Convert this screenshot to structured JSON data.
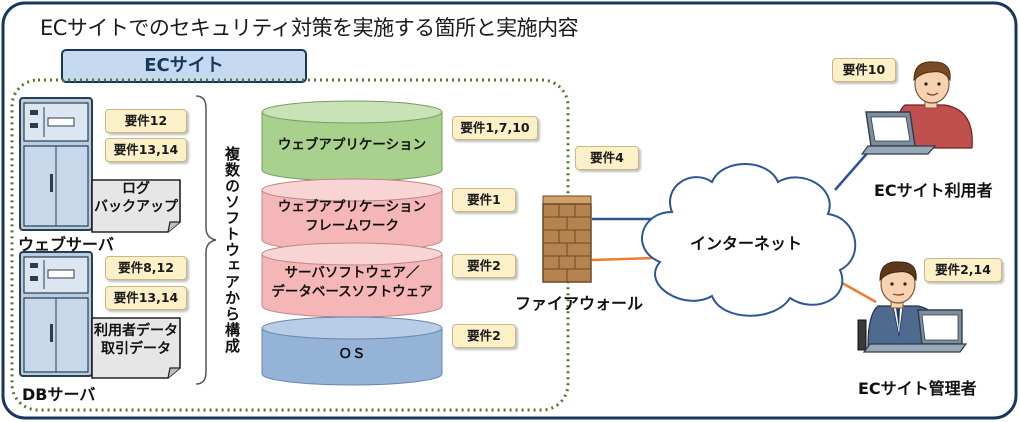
{
  "title": "ECサイトでのセキュリティ対策を実施する箇所と実施内容",
  "ec_site_header": "ECサイト",
  "web_server": {
    "label": "ウェブサーバ",
    "badges": [
      "要件12",
      "要件13,14"
    ],
    "document": [
      "ログ",
      "バックアップ"
    ]
  },
  "db_server": {
    "label": "DBサーバ",
    "badges": [
      "要件8,12",
      "要件13,14"
    ],
    "document": [
      "利用者データ",
      "取引データ"
    ]
  },
  "software_note": "複数のソフトウェアから構成",
  "layers": [
    {
      "lines": [
        "ウェブアプリケーション"
      ],
      "badge": "要件1,7,10",
      "color": "#a9d18e"
    },
    {
      "lines": [
        "ウェブアプリケーション",
        "フレームワーク"
      ],
      "badge": "要件1",
      "color": "#f4b6b6"
    },
    {
      "lines": [
        "サーバソフトウェア／",
        "データベースソフトウェア"
      ],
      "badge": "要件2",
      "color": "#f4b6b6"
    },
    {
      "lines": [
        "ＯＳ"
      ],
      "badge": "要件2",
      "color": "#95b3d7"
    }
  ],
  "firewall": {
    "label": "ファイアウォール",
    "badge": "要件4"
  },
  "internet": "インターネット",
  "ec_user": {
    "label": "ECサイト利用者",
    "badge": "要件10"
  },
  "ec_admin": {
    "label": "ECサイト管理者",
    "badge": "要件2,14"
  },
  "colors": {
    "border": "#17375e",
    "header_fill": "#c5d9f1",
    "dotted": "#4f7a28",
    "line_blue": "#2e5597",
    "line_orange": "#ed7d31"
  }
}
